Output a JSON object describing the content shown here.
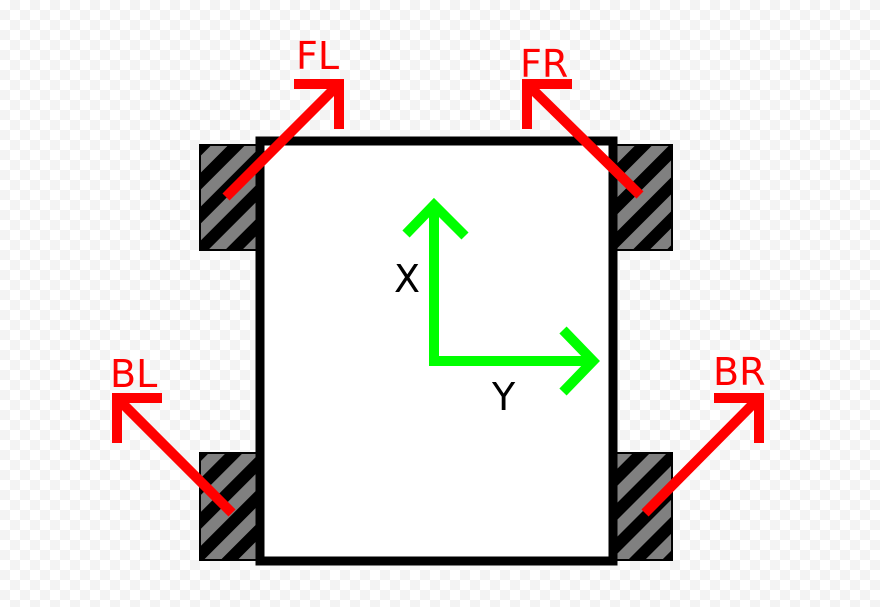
{
  "diagram": {
    "wheel_labels": {
      "front_left": "FL",
      "front_right": "FR",
      "back_left": "BL",
      "back_right": "BR"
    },
    "axis_labels": {
      "x": "X",
      "y": "Y"
    },
    "colors": {
      "wheel_force_arrows": "#ff0000",
      "axes_arrows": "#00ff00",
      "chassis_outline": "#000000",
      "wheel_stripe_dark": "#000000",
      "wheel_stripe_light": "#808080",
      "background": "#ffffff"
    }
  }
}
